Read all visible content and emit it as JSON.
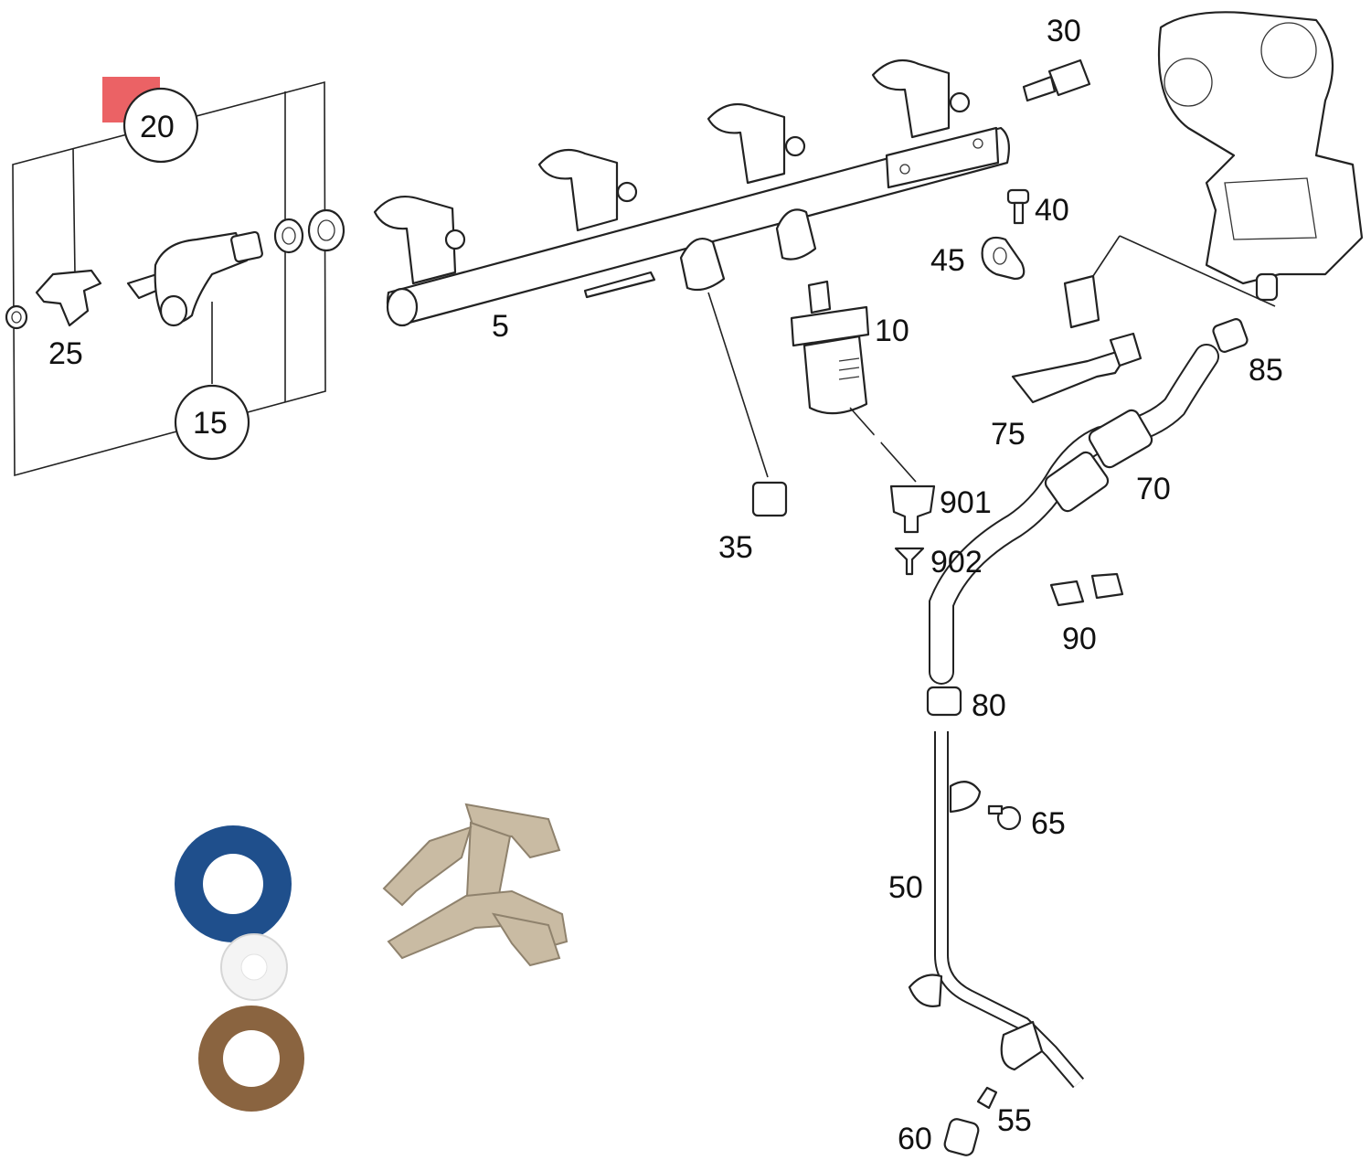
{
  "diagram": {
    "part_labels": {
      "p20": "20",
      "p25": "25",
      "p15": "15",
      "p5": "5",
      "p30": "30",
      "p40": "40",
      "p45": "45",
      "p10": "10",
      "p85": "85",
      "p75": "75",
      "p70": "70",
      "p901": "901",
      "p902": "902",
      "p35": "35",
      "p90": "90",
      "p80": "80",
      "p65": "65",
      "p50": "50",
      "p55": "55",
      "p60": "60"
    },
    "highlight_color": "#e8474a"
  },
  "photo": {
    "blue_seal_color": "#1f4f8c",
    "white_ring_color": "#f4f4f4",
    "brown_seal_color": "#8a6440",
    "clip_color": "#c9bba3"
  }
}
